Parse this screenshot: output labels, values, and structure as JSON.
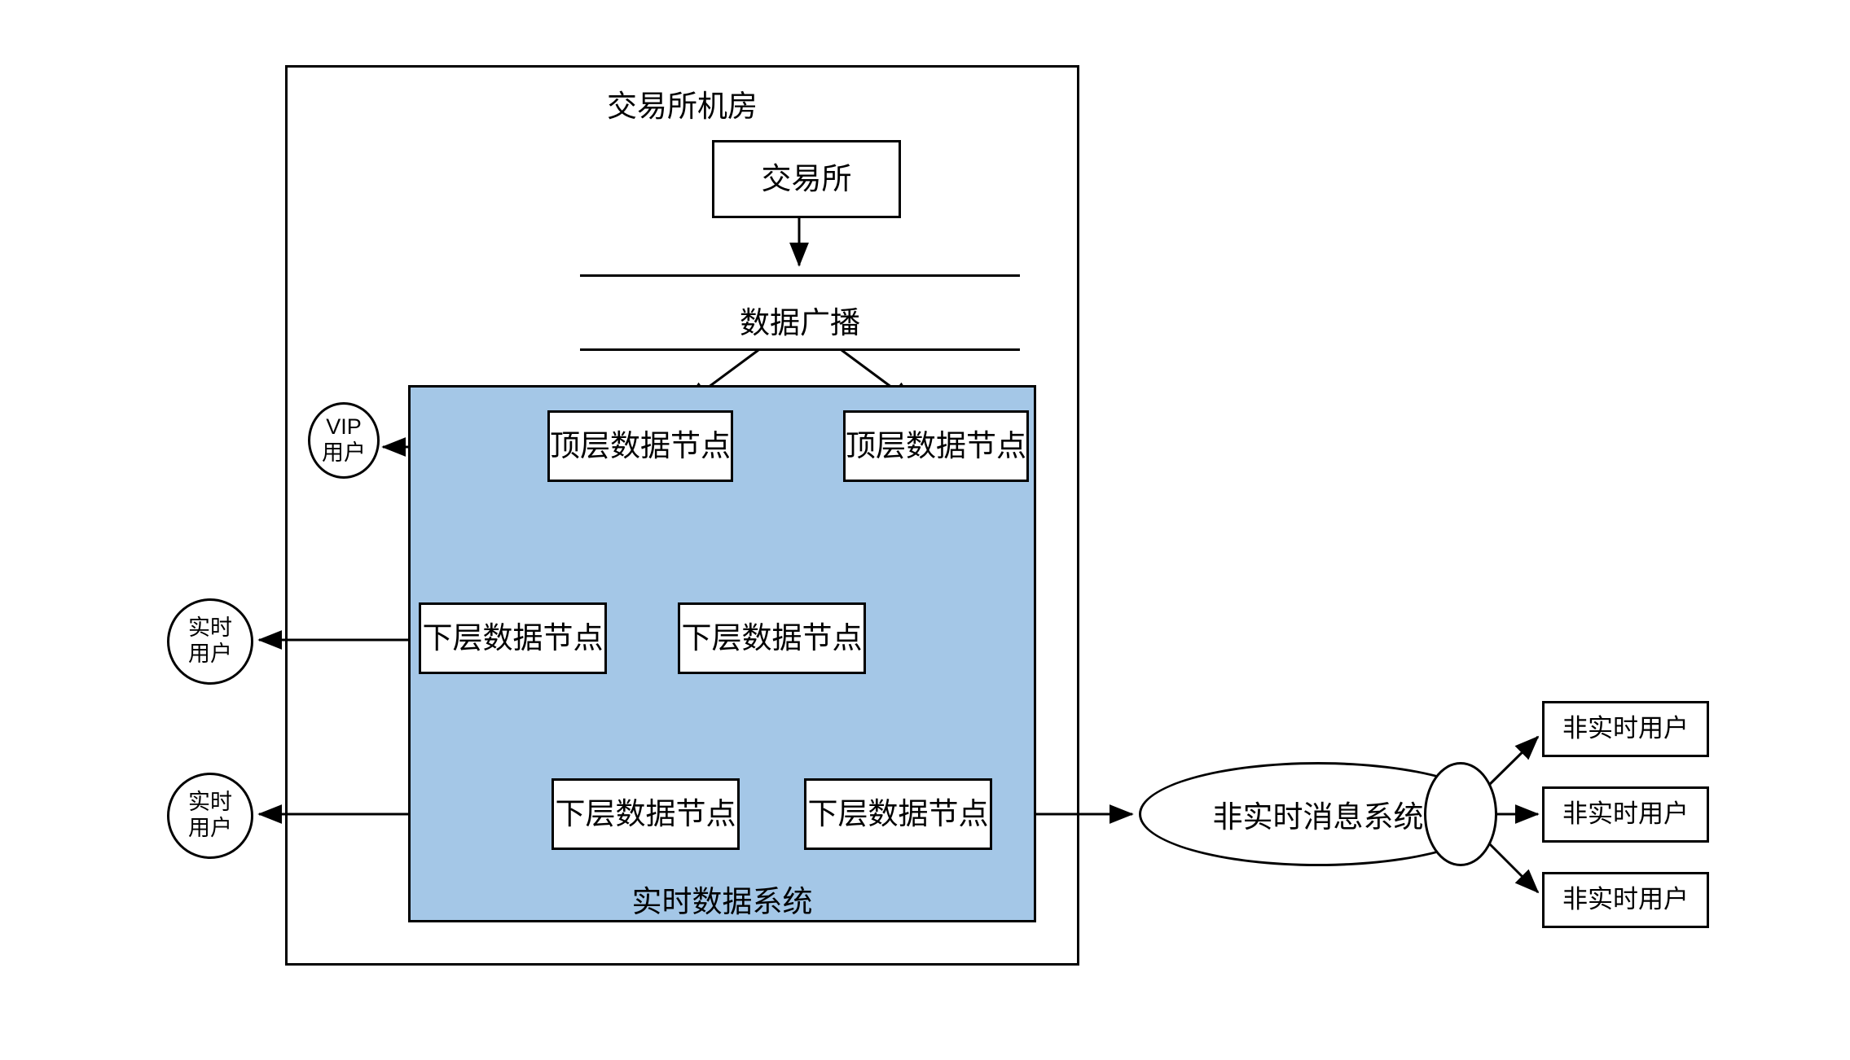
{
  "diagram": {
    "title_text": "交易所机房",
    "background_color": "#ffffff",
    "stroke_color": "#000000",
    "zone_fill_color": "#a4c7e7",
    "node_fill_color": "#ffffff"
  },
  "exchange_room": {
    "label": "交易所机房",
    "exchange_box": {
      "label": "交易所"
    },
    "broadcast": {
      "label": "数据广播"
    }
  },
  "realtime_zone": {
    "label": "实时数据系统",
    "top_nodes": [
      {
        "label": "顶层数据节点"
      },
      {
        "label": "顶层数据节点"
      }
    ],
    "mid_nodes": [
      {
        "label": "下层数据节点"
      },
      {
        "label": "下层数据节点"
      }
    ],
    "bottom_nodes": [
      {
        "label": "下层数据节点"
      },
      {
        "label": "下层数据节点"
      }
    ]
  },
  "consumers": {
    "vip_user": {
      "line1": "VIP",
      "line2": "用户"
    },
    "realtime_user_upper": {
      "line1": "实时",
      "line2": "用户"
    },
    "realtime_user_lower": {
      "line1": "实时",
      "line2": "用户"
    }
  },
  "async_system": {
    "label": "非实时消息系统",
    "users": [
      {
        "label": "非实时用户"
      },
      {
        "label": "非实时用户"
      },
      {
        "label": "非实时用户"
      }
    ]
  }
}
